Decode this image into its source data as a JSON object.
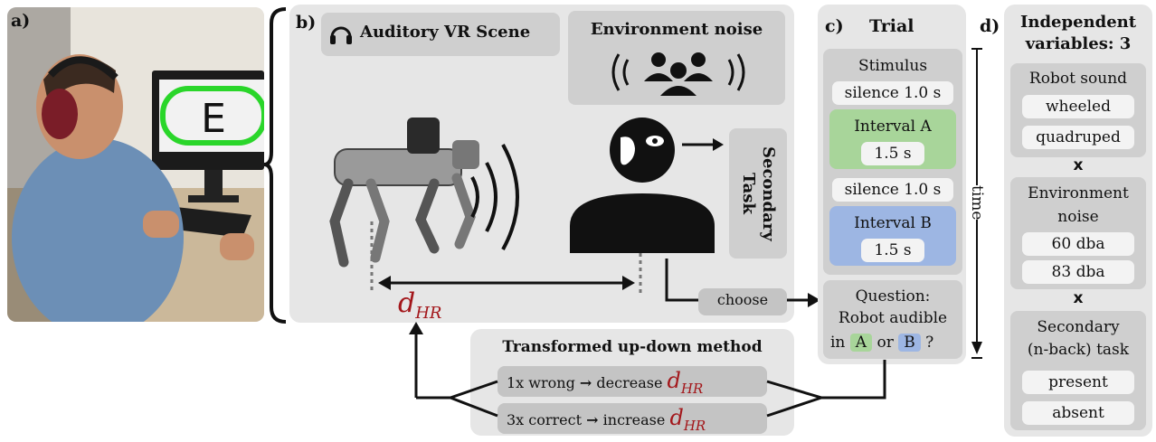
{
  "panel_labels": {
    "a": "a)",
    "b": "b)",
    "c": "c)",
    "d": "d)"
  },
  "photo": {
    "screen_letter": "E"
  },
  "scene": {
    "auditory_title": "Auditory VR Scene",
    "env_noise_title": "Environment noise",
    "secondary_task": "Secondary Task",
    "choose_label": "choose",
    "distance_symbol": "d",
    "distance_subscript": "HR"
  },
  "trial": {
    "title": "Trial",
    "stimulus": "Stimulus",
    "silence1": "silence 1.0 s",
    "interval_a": "Interval A",
    "interval_a_dur": "1.5 s",
    "silence2": "silence 1.0 s",
    "interval_b": "Interval B",
    "interval_b_dur": "1.5 s",
    "question_line1": "Question:",
    "question_line2": "Robot audible",
    "question_in": "in",
    "question_a": "A",
    "question_or": "or",
    "question_b": "B",
    "question_mark": "?",
    "time_label": "time",
    "color_a": "#a8d59a",
    "color_b": "#9db6e3"
  },
  "method": {
    "title": "Transformed up-down method",
    "rule1_prefix": "1x wrong",
    "rule1_action": "decrease",
    "rule2_prefix": "3x correct",
    "rule2_action": "increase",
    "arrow": "→"
  },
  "variables": {
    "title_line1": "Independent",
    "title_line2": "variables: 3",
    "robot_sound": "Robot sound",
    "rs_opt1": "wheeled",
    "rs_opt2": "quadruped",
    "times1": "x",
    "env_noise_line1": "Environment",
    "env_noise_line2": "noise",
    "en_opt1": "60 dba",
    "en_opt2": "83 dba",
    "times2": "x",
    "sec_line1": "Secondary",
    "sec_line2": "(n-back) task",
    "sec_opt1": "present",
    "sec_opt2": "absent"
  }
}
